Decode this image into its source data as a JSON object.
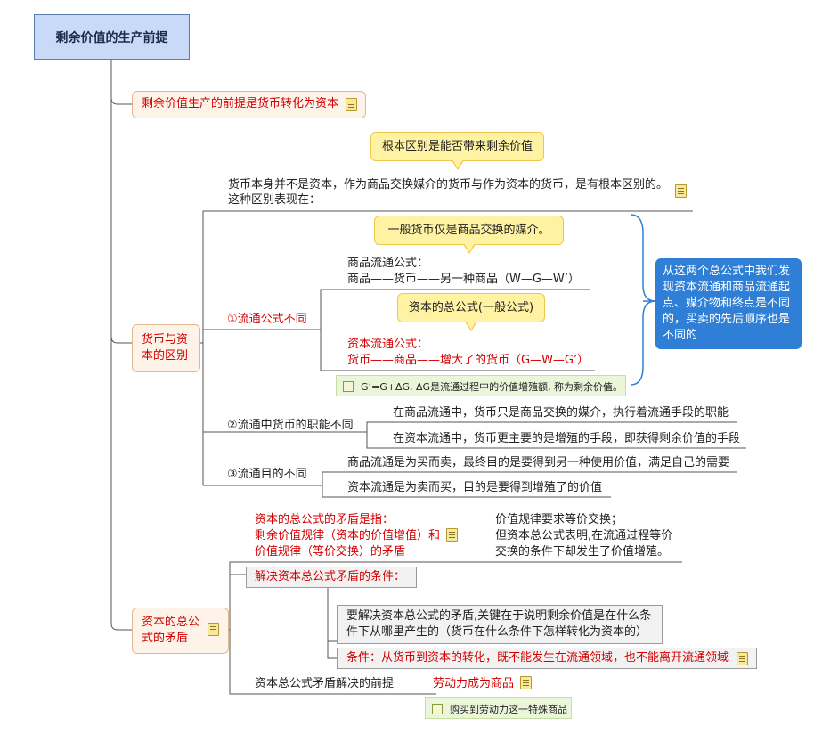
{
  "root": {
    "title": "剩余价值的生产前提"
  },
  "branch1": {
    "label": "剩余价值生产的前提是货币转化为资本"
  },
  "branch2": {
    "label_line1": "货币与资",
    "label_line2": "本的区别",
    "callout_top": "根本区别是能否带来剩余价值",
    "intro_line1": "货币本身并不是资本，作为商品交换媒介的货币与作为资本的货币，是有根本区别的。",
    "intro_line2": "这种区别表现在：",
    "point1": {
      "label": "①流通公式不同",
      "callout_a": "一般货币仅是商品交换的媒介。",
      "commodity_line1": "商品流通公式：",
      "commodity_line2": "商品——货币——另一种商品（W—G—W’）",
      "callout_b": "资本的总公式(一般公式)",
      "capital_line1": "资本流通公式：",
      "capital_line2": "货币——商品——增大了的货币（G—W—G’）",
      "green_note": "G’=G+ΔG, ΔG是流通过程中的价值增殖额, 称为剩余价值。",
      "blue_summary": "从这两个总公式中我们发现资本流通和商品流通起点、媒介物和终点是不同的，买卖的先后顺序也是不同的"
    },
    "point2": {
      "label": "②流通中货币的职能不同",
      "line_a": "在商品流通中，货币只是商品交换的媒介，执行着流通手段的职能",
      "line_b": "在资本流通中，货币更主要的是增殖的手段，即获得剩余价值的手段"
    },
    "point3": {
      "label": "③流通目的不同",
      "line_a": "商品流通是为买而卖，最终目的是要得到另一种使用价值，满足自己的需要",
      "line_b": "资本流通是为卖而买，目的是要得到增殖了的价值"
    }
  },
  "branch3": {
    "label_line1": "资本的总公",
    "label_line2": "式的矛盾",
    "contradiction_line1": "资本的总公式的矛盾是指：",
    "contradiction_line2": "剩余价值规律（资本的价值增值）和",
    "contradiction_line3": "价值规律（等价交换）的矛盾",
    "law_line1": "价值规律要求等价交换；",
    "law_line2": "但资本总公式表明,在流通过程等价",
    "law_line3": "交换的条件下却发生了价值增殖。",
    "condition_label": "解决资本总公式矛盾的条件：",
    "key_line1": "要解决资本总公式的矛盾,关键在于说明剩余价值是在什么条",
    "key_line2": "件下从哪里产生的（货币在什么条件下怎样转化为资本的）",
    "condition_text": "条件：从货币到资本的转化，既不能发生在流通领域，也不能离开流通领域",
    "premise_label": "资本总公式矛盾解决的前提",
    "premise_value": "劳动力成为商品",
    "premise_note": "购买到劳动力这一特殊商品"
  }
}
